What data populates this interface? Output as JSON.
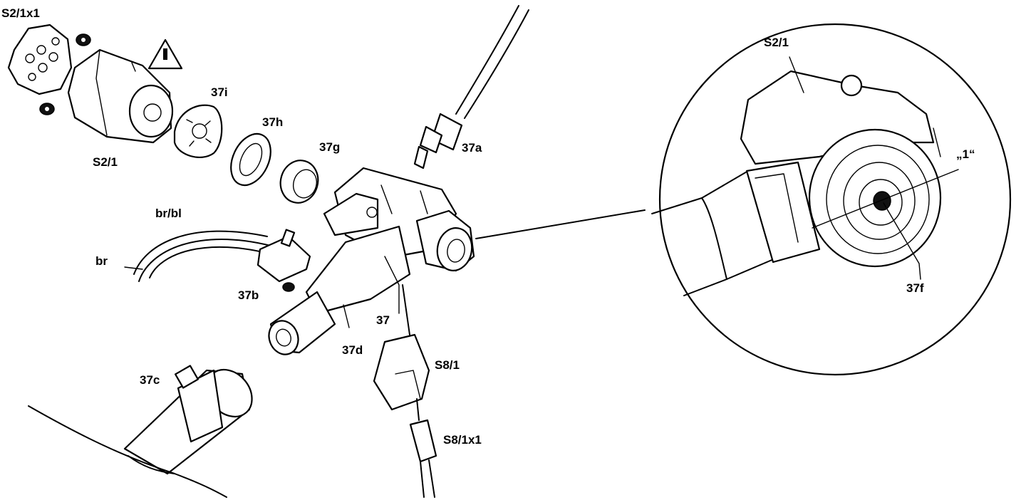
{
  "colors": {
    "ink": "#000000",
    "paper": "#ffffff"
  },
  "icons": [
    "warning-triangle-icon"
  ],
  "labels": {
    "s2_1x1": "S2/1x1",
    "s2_1_left": "S2/1",
    "p37i": "37i",
    "p37h": "37h",
    "p37g": "37g",
    "p37a": "37a",
    "br_bl": "br/bl",
    "br": "br",
    "p37b": "37b",
    "p37": "37",
    "p37d": "37d",
    "p37c": "37c",
    "s8_1": "S8/1",
    "s8_1x1": "S8/1x1",
    "s2_1_detail": "S2/1",
    "mark_1": "„1“",
    "p37f": "37f"
  }
}
